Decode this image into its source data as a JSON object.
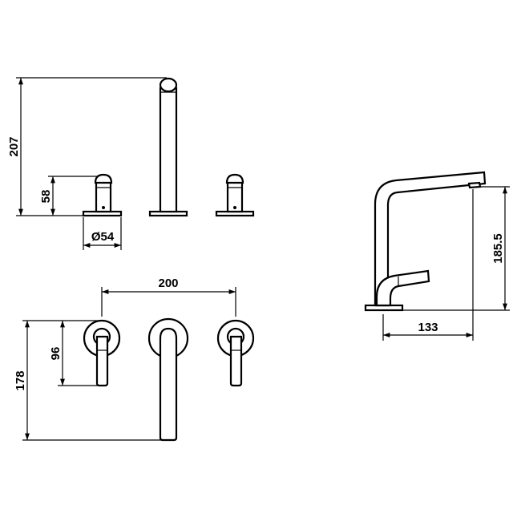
{
  "dimensions": {
    "spout_height": "207",
    "handle_height": "58",
    "base_diameter": "Ø54",
    "handle_spacing": "200",
    "wall_handle_length": "96",
    "wall_spout_length": "178",
    "side_height": "185.5",
    "spout_reach": "133"
  },
  "colors": {
    "line": "#000000",
    "background": "#ffffff"
  }
}
